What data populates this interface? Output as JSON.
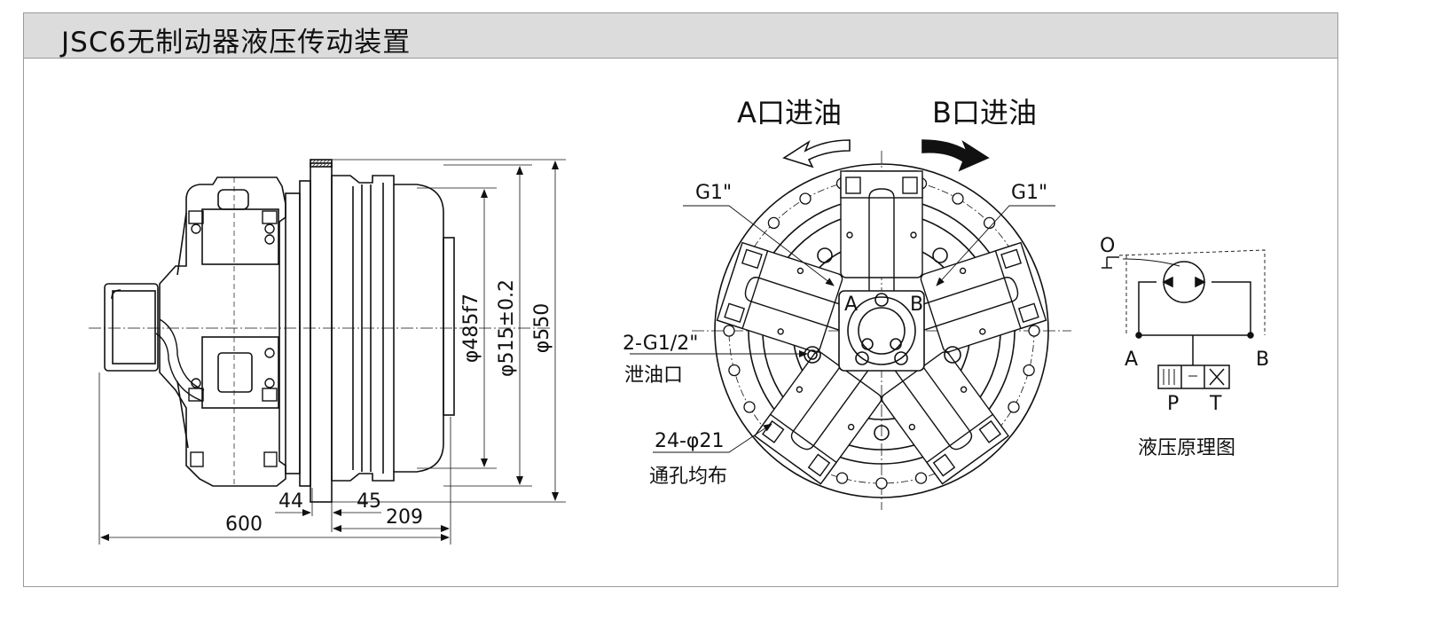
{
  "title": "JSC6无制动器液压传动装置",
  "side_view": {
    "dims": {
      "d485": "φ485f7",
      "d515": "φ515±0.2",
      "d550": "φ550",
      "l600": "600",
      "l44": "44",
      "l45": "45",
      "l209": "209"
    }
  },
  "front_view": {
    "a_in": "A口进油",
    "b_in": "B口进油",
    "g1_left": "G1\"",
    "g1_right": "G1\"",
    "port_a": "A",
    "port_b": "B",
    "drain": "2-G1/2\"",
    "drain_label": "泄油口",
    "holes": "24-φ21",
    "holes_label": "通孔均布"
  },
  "schematic": {
    "o": "O",
    "a": "A",
    "b": "B",
    "p": "P",
    "t": "T",
    "caption": "液压原理图"
  }
}
